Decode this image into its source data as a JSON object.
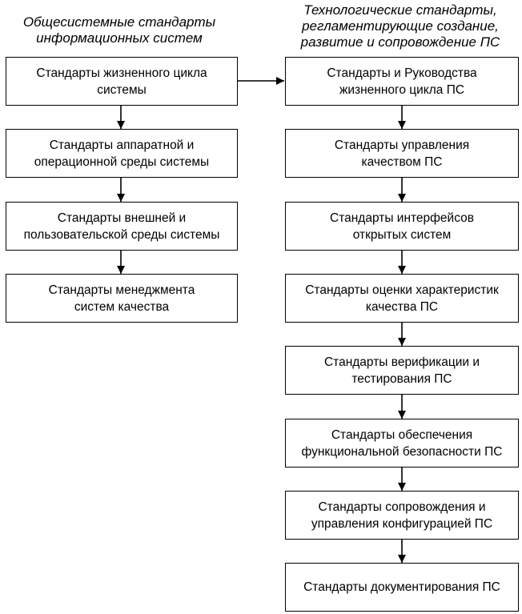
{
  "left_column": {
    "heading": [
      "Общесистемные стандарты",
      "информационных систем"
    ],
    "boxes": [
      [
        "Стандарты жизненного цикла",
        "системы"
      ],
      [
        "Стандарты аппаратной и",
        "операционной среды системы"
      ],
      [
        "Стандарты внешней и",
        "пользовательской  среды системы"
      ],
      [
        "Стандарты менеджмента",
        "систем качества"
      ]
    ]
  },
  "right_column": {
    "heading": [
      "Технологические стандарты,",
      "регламентирующие создание,",
      "развитие и сопровождение ПС"
    ],
    "boxes": [
      [
        "Стандарты и Руководства",
        "жизненного цикла ПС"
      ],
      [
        "Стандарты управления",
        "качеством ПС"
      ],
      [
        "Стандарты интерфейсов",
        "открытых систем"
      ],
      [
        "Стандарты оценки характеристик",
        "качества ПС"
      ],
      [
        "Стандарты верификации и",
        "тестирования ПС"
      ],
      [
        "Стандарты обеспечения",
        "функциональной безопасности ПС"
      ],
      [
        "Стандарты сопровождения и",
        "управления конфигурацией ПС"
      ],
      [
        "Стандарты документирования ПС"
      ]
    ]
  }
}
